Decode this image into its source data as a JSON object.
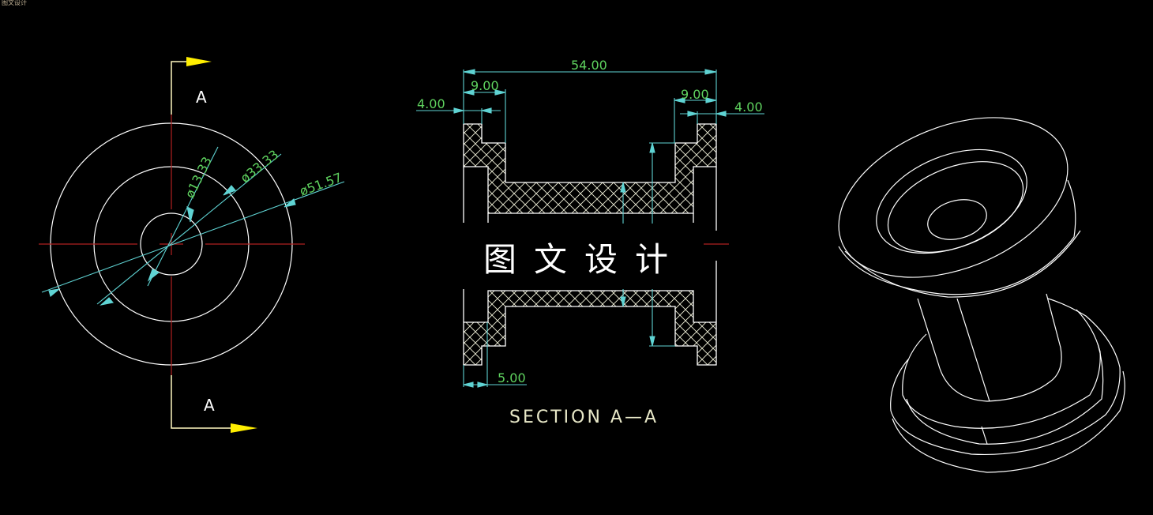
{
  "corner_label": "图文设计",
  "front_view": {
    "section_marker_top": "A",
    "section_marker_bottom": "A",
    "dimensions": {
      "inner_diameter": "ø13.33",
      "middle_diameter": "ø33.33",
      "outer_diameter": "ø51.57"
    }
  },
  "section_view": {
    "title": "SECTION  A—A",
    "dimensions": {
      "overall_length": "54.00",
      "left_flange_width": "9.00",
      "right_flange_width": "9.00",
      "left_step": "4.00",
      "right_step": "4.00",
      "bottom_step": "5.00"
    }
  },
  "watermark": "图文设计",
  "colors": {
    "background": "#000000",
    "geometry": "#ffffff",
    "centerline": "#b02020",
    "dimension_line": "#5fd3d3",
    "dimension_text": "#5fd35f",
    "section_arrow": "#ffee00"
  }
}
